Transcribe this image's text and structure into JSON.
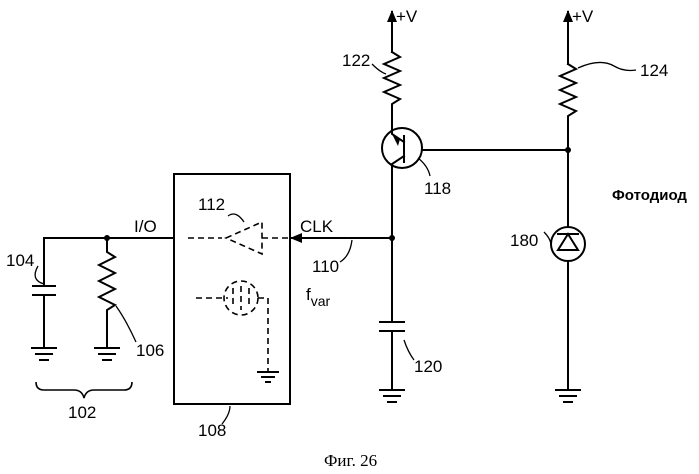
{
  "labels": {
    "vplus_left": "+V",
    "vplus_right": "+V",
    "r122": "122",
    "r124": "124",
    "t118": "118",
    "c120": "120",
    "d180": "180",
    "photodiode": "Фотодиод",
    "io": "I/O",
    "clk": "CLK",
    "n112": "112",
    "n110": "110",
    "fvar_main": "f",
    "fvar_sub": "var",
    "c104": "104",
    "r106": "106",
    "g102": "102",
    "b108": "108"
  },
  "caption": "Фиг. 26"
}
